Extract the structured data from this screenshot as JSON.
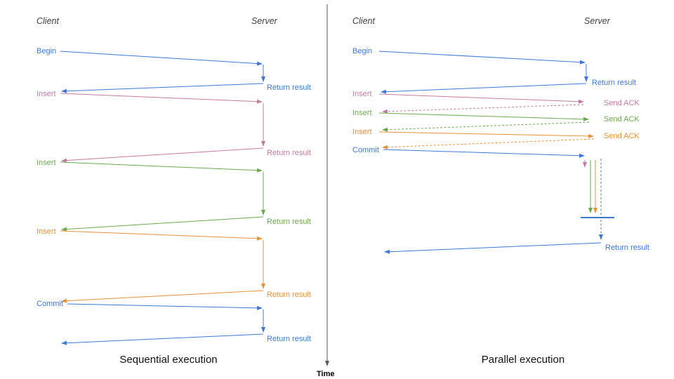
{
  "colors": {
    "blue": "#3c78d8",
    "pink": "#c27ba0",
    "green": "#6aa84f",
    "orange": "#e69138",
    "axis": "#595959",
    "text": "#111111"
  },
  "left_panel": {
    "title": "Sequential execution",
    "client_label": "Client",
    "server_label": "Server",
    "operations": [
      {
        "label": "Begin",
        "response": "Return result",
        "color": "blue"
      },
      {
        "label": "Insert",
        "response": "Return result",
        "color": "pink"
      },
      {
        "label": "Insert",
        "response": "Return result",
        "color": "green"
      },
      {
        "label": "Insert",
        "response": "Return result",
        "color": "orange"
      },
      {
        "label": "Commit",
        "response": "Return result",
        "color": "blue"
      }
    ]
  },
  "right_panel": {
    "title": "Parallel execution",
    "client_label": "Client",
    "server_label": "Server",
    "operations": [
      {
        "label": "Begin",
        "response": "Return result",
        "color": "blue"
      },
      {
        "label": "Insert",
        "response": "Send ACK",
        "color": "pink"
      },
      {
        "label": "Insert",
        "response": "Send ACK",
        "color": "green"
      },
      {
        "label": "Insert",
        "response": "Send ACK",
        "color": "orange"
      },
      {
        "label": "Commit",
        "response": "Return result",
        "color": "blue"
      }
    ]
  },
  "time_axis": {
    "label": "Time"
  }
}
